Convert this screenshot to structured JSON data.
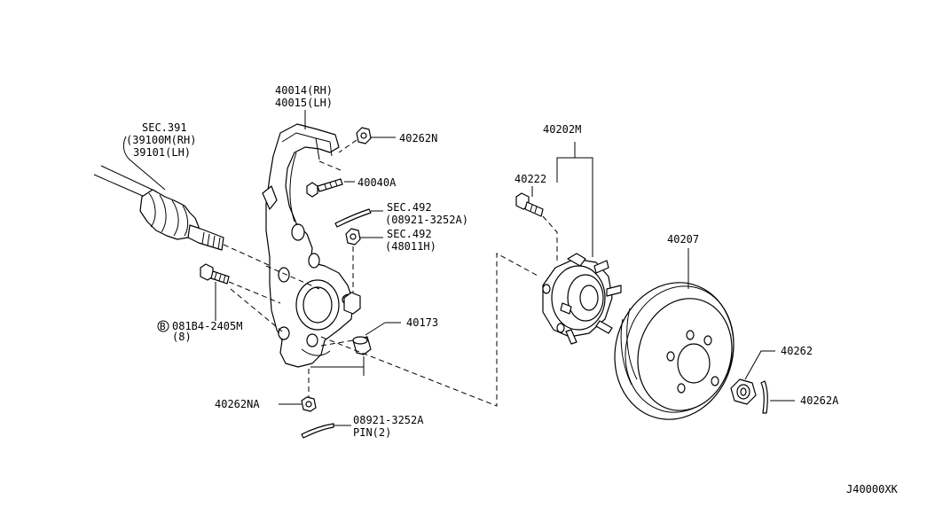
{
  "labels": {
    "knuckle_rh": "40014(RH)",
    "knuckle_lh": "40015(LH)",
    "nut_40262n": "40262N",
    "bolt_40040a": "40040A",
    "sec391": "SEC.391",
    "sec391_rh": "(39100M(RH)",
    "sec391_lh": "39101(LH)",
    "sec492_a": "SEC.492",
    "sec492_a_sub": "(08921-3252A)",
    "sec492_b": "SEC.492",
    "sec492_b_sub": "(48011H)",
    "bolt_circle_mark": "B",
    "bolt_081b4": "081B4-2405M",
    "bolt_081b4_qty": "(8)",
    "dust_40173": "40173",
    "nut_40262na": "40262NA",
    "pin_08921": "08921-3252A",
    "pin_qty": "PIN(2)",
    "hub_40202m": "40202M",
    "bolt_40222": "40222",
    "rotor_40207": "40207",
    "nut_40262": "40262",
    "pin_40262a": "40262A",
    "diagram_code": "J40000XK"
  }
}
